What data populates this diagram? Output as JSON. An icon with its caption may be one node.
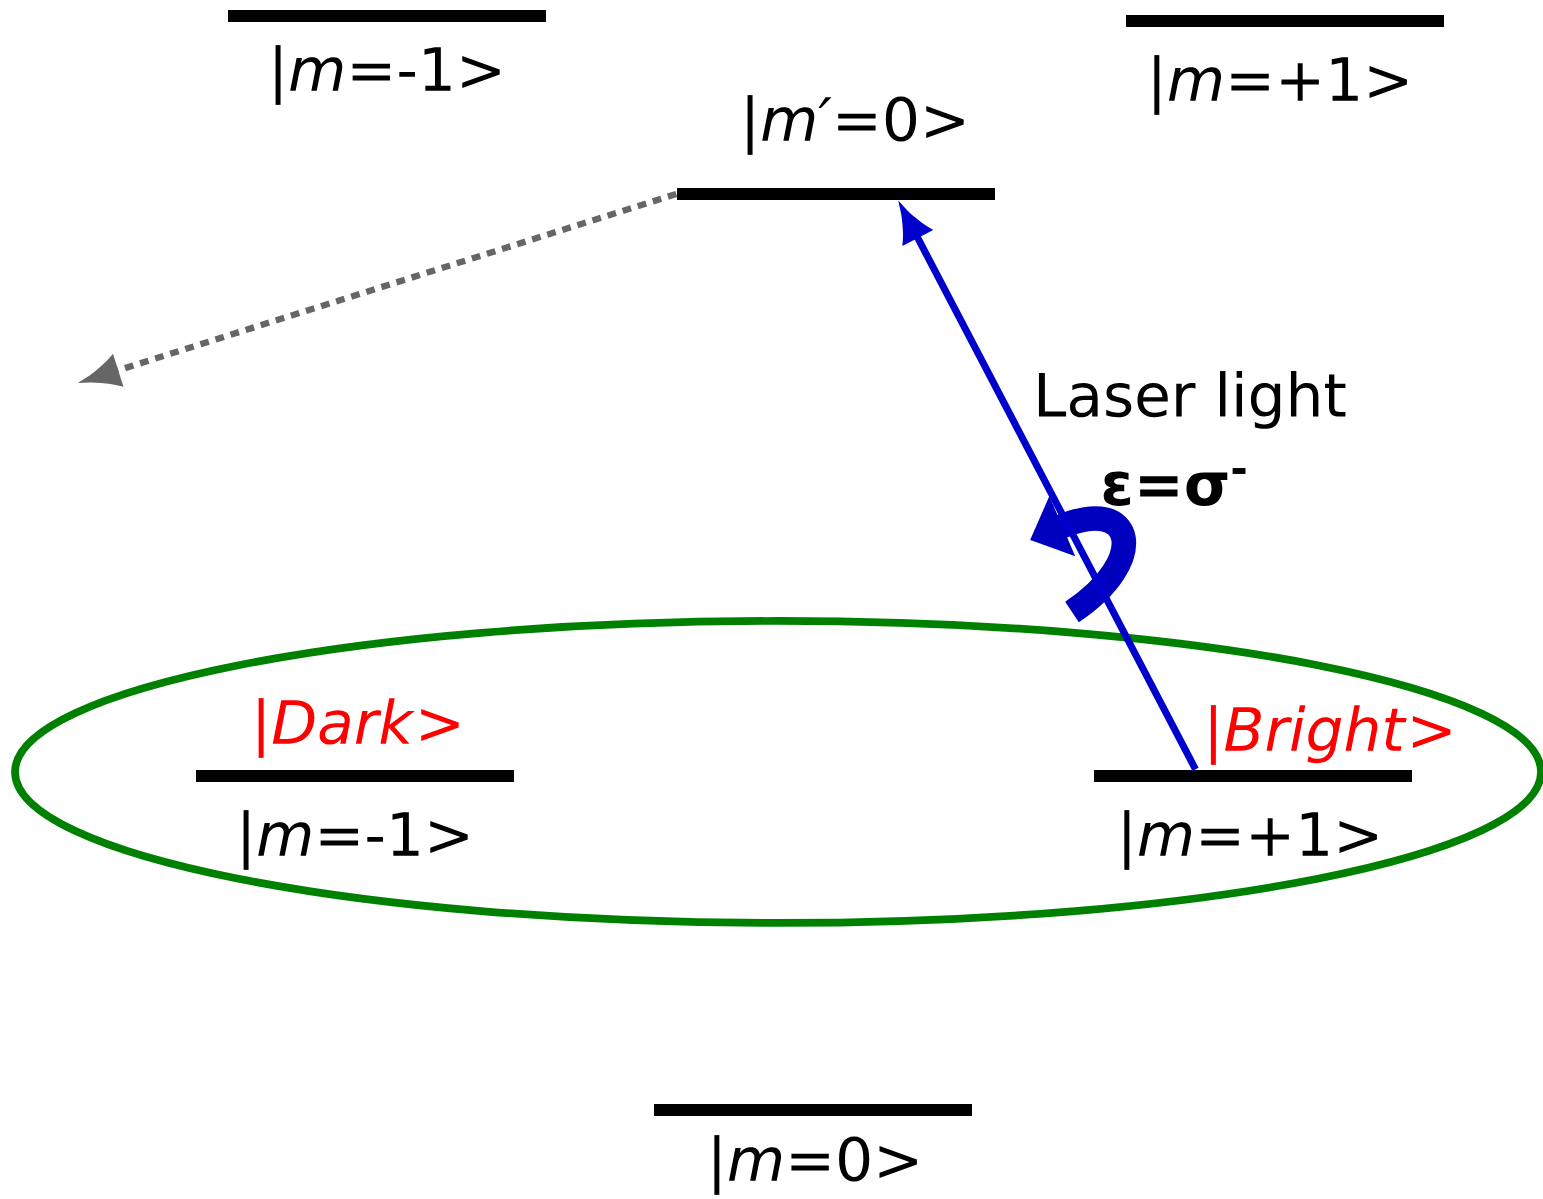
{
  "diagram": {
    "nodes": [
      {
        "text": [
          "|*m*=-1>"
        ]
      },
      {
        "text": [
          "|*m*=+1>"
        ]
      },
      {
        "text": [
          "|*m′*=0>"
        ]
      },
      {
        "text": [],
        "shape": "ellipse"
      },
      {
        "text": [
          "|*Dark*>",
          "|*m*=-1>"
        ],
        "in": 3
      },
      {
        "text": [
          "|*Bright*>",
          "|*m*=+1>"
        ],
        "in": 3
      },
      {
        "text": [
          "|*m*=0>"
        ]
      }
    ],
    "edges": [
      {
        "from": 5,
        "to": 2,
        "arrow": "to",
        "label": "Laser light",
        "color": "#0000cc"
      },
      {
        "from": 2,
        "to": null,
        "arrow": "to",
        "style": "dashed",
        "color": "#666666"
      }
    ],
    "labels": [
      "ε=σ$^{-}$"
    ]
  }
}
